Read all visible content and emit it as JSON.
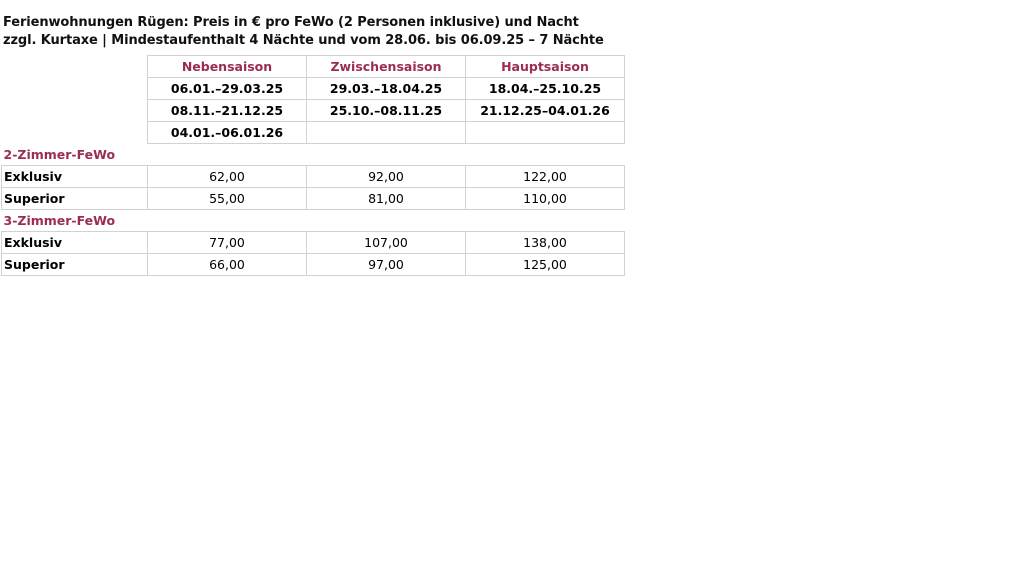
{
  "title": {
    "line1": "Ferienwohnungen Rügen: Preis in € pro FeWo (2 Personen inklusive) und Nacht",
    "line2": "zzgl. Kurtaxe | Mindestaufenthalt 4 Nächte und vom 28.06. bis 06.09.25 – 7 Nächte"
  },
  "colors": {
    "accent": "#9b2c55",
    "grid": "#d2d2d2"
  },
  "seasons": [
    "Nebensaison",
    "Zwischensaison",
    "Hauptsaison"
  ],
  "date_rows": [
    [
      "06.01.–29.03.25",
      "29.03.–18.04.25",
      "18.04.–25.10.25"
    ],
    [
      "08.11.–21.12.25",
      "25.10.–08.11.25",
      "21.12.25–04.01.26"
    ],
    [
      "04.01.–06.01.26",
      "",
      ""
    ]
  ],
  "groups": [
    {
      "name": "2-Zimmer-FeWo",
      "rows": [
        {
          "label": "Exklusiv",
          "prices": [
            "62,00",
            "92,00",
            "122,00"
          ]
        },
        {
          "label": "Superior",
          "prices": [
            "55,00",
            "81,00",
            "110,00"
          ]
        }
      ]
    },
    {
      "name": "3-Zimmer-FeWo",
      "rows": [
        {
          "label": "Exklusiv",
          "prices": [
            "77,00",
            "107,00",
            "138,00"
          ]
        },
        {
          "label": "Superior",
          "prices": [
            "66,00",
            "97,00",
            "125,00"
          ]
        }
      ]
    }
  ]
}
